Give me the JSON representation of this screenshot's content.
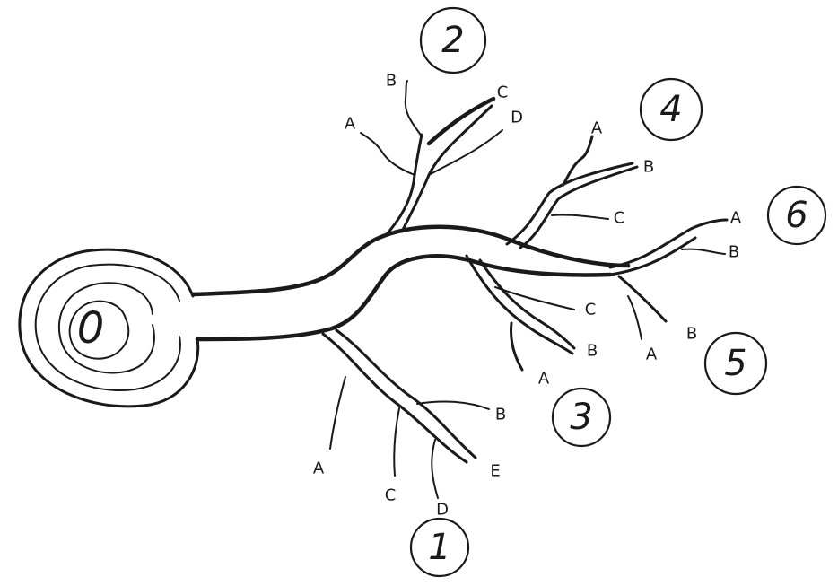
{
  "center_label": "0",
  "branches": [
    {
      "number": "1",
      "letters": [
        "A",
        "C",
        "D",
        "E",
        "B"
      ]
    },
    {
      "number": "2",
      "letters": [
        "A",
        "B",
        "C",
        "D"
      ]
    },
    {
      "number": "3",
      "letters": [
        "A",
        "B",
        "C"
      ]
    },
    {
      "number": "4",
      "letters": [
        "A",
        "B",
        "C"
      ]
    },
    {
      "number": "5",
      "letters": [
        "A",
        "B"
      ]
    },
    {
      "number": "6",
      "letters": [
        "A",
        "B"
      ]
    }
  ]
}
